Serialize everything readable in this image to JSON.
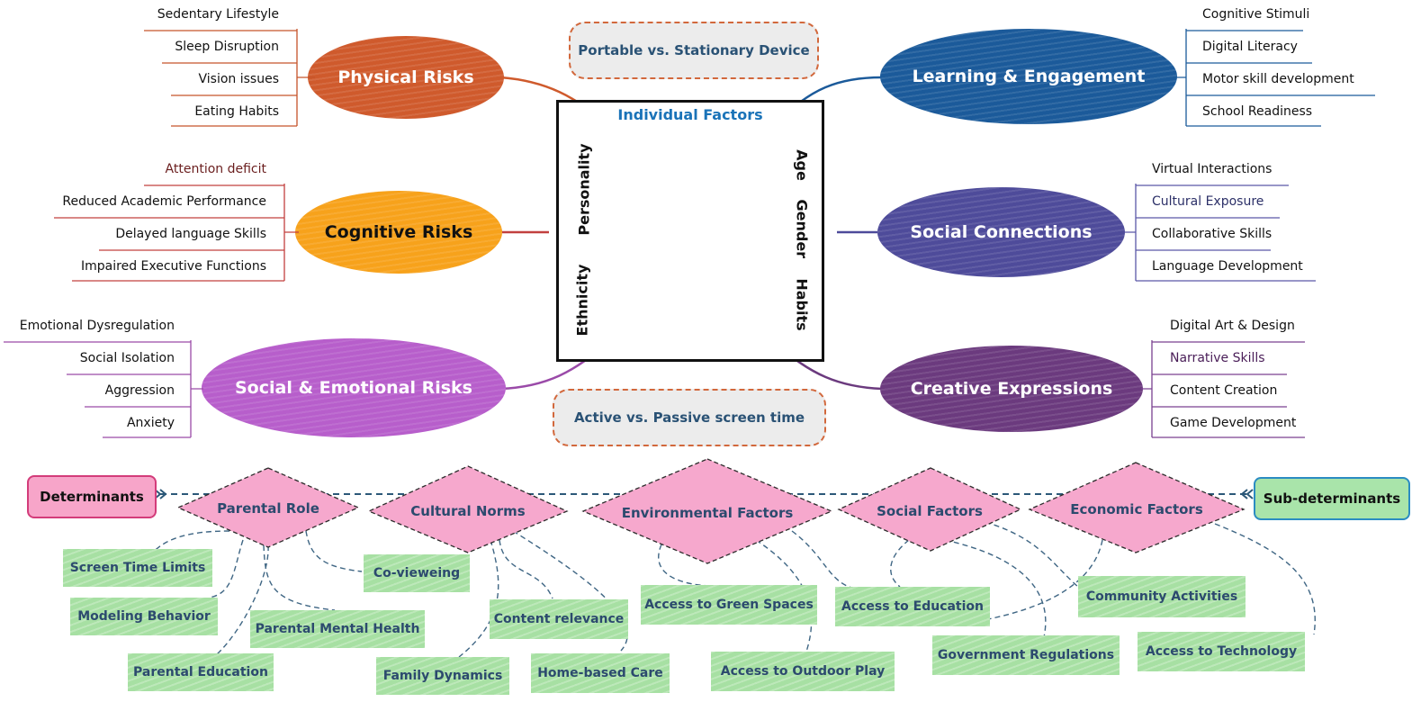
{
  "center": {
    "title": "Individual Factors",
    "left_labels": [
      "Ethnicity",
      "Personality"
    ],
    "right_labels": [
      "Age",
      "Gender",
      "Habits"
    ]
  },
  "badges": {
    "top": "Portable vs. Stationary Device",
    "bottom": "Active vs. Passive screen time"
  },
  "risks": [
    {
      "title": "Physical Risks",
      "color": "#cf5a2c",
      "items": [
        "Sedentary Lifestyle",
        "Sleep Disruption",
        "Vision issues",
        "Eating Habits"
      ]
    },
    {
      "title": "Cognitive Risks",
      "color": "#f7a21b",
      "items": [
        "Attention deficit",
        "Reduced Academic Performance",
        "Delayed language Skills",
        "Impaired Executive Functions"
      ]
    },
    {
      "title": "Social & Emotional Risks",
      "color": "#b75ecb",
      "items": [
        "Emotional Dysregulation",
        "Social Isolation",
        "Aggression",
        "Anxiety"
      ]
    }
  ],
  "benefits": [
    {
      "title": "Learning & Engagement",
      "color": "#1b5a9a",
      "items": [
        "Cognitive Stimuli",
        "Digital Literacy",
        "Motor skill development",
        "School Readiness"
      ]
    },
    {
      "title": "Social Connections",
      "color": "#4e4b9a",
      "items": [
        "Virtual Interactions",
        "Cultural Exposure",
        "Collaborative Skills",
        "Language Development"
      ]
    },
    {
      "title": "Creative Expressions",
      "color": "#6b3a7e",
      "items": [
        "Digital Art & Design",
        "Narrative Skills",
        "Content Creation",
        "Game Development"
      ]
    }
  ],
  "legend": {
    "left": "Determinants",
    "right": "Sub-determinants"
  },
  "determinants": [
    "Parental Role",
    "Cultural Norms",
    "Environmental Factors",
    "Social Factors",
    "Economic Factors"
  ],
  "sub_determinants": [
    "Screen Time Limits",
    "Co-vieweing",
    "Modeling Behavior",
    "Parental Mental Health",
    "Parental Education",
    "Family Dynamics",
    "Content relevance",
    "Home-based Care",
    "Access to Green Spaces",
    "Access to Outdoor Play",
    "Access to Education",
    "Government Regulations",
    "Community Activities",
    "Access to Technology"
  ],
  "colors": {
    "diamond_fill": "#f6a8cd",
    "sub_fill": "#a7e0a3",
    "determinants_fill": "#f7a5c9",
    "subdeterminants_fill": "#a9e4aa",
    "title_blue": "#1a73b8"
  }
}
